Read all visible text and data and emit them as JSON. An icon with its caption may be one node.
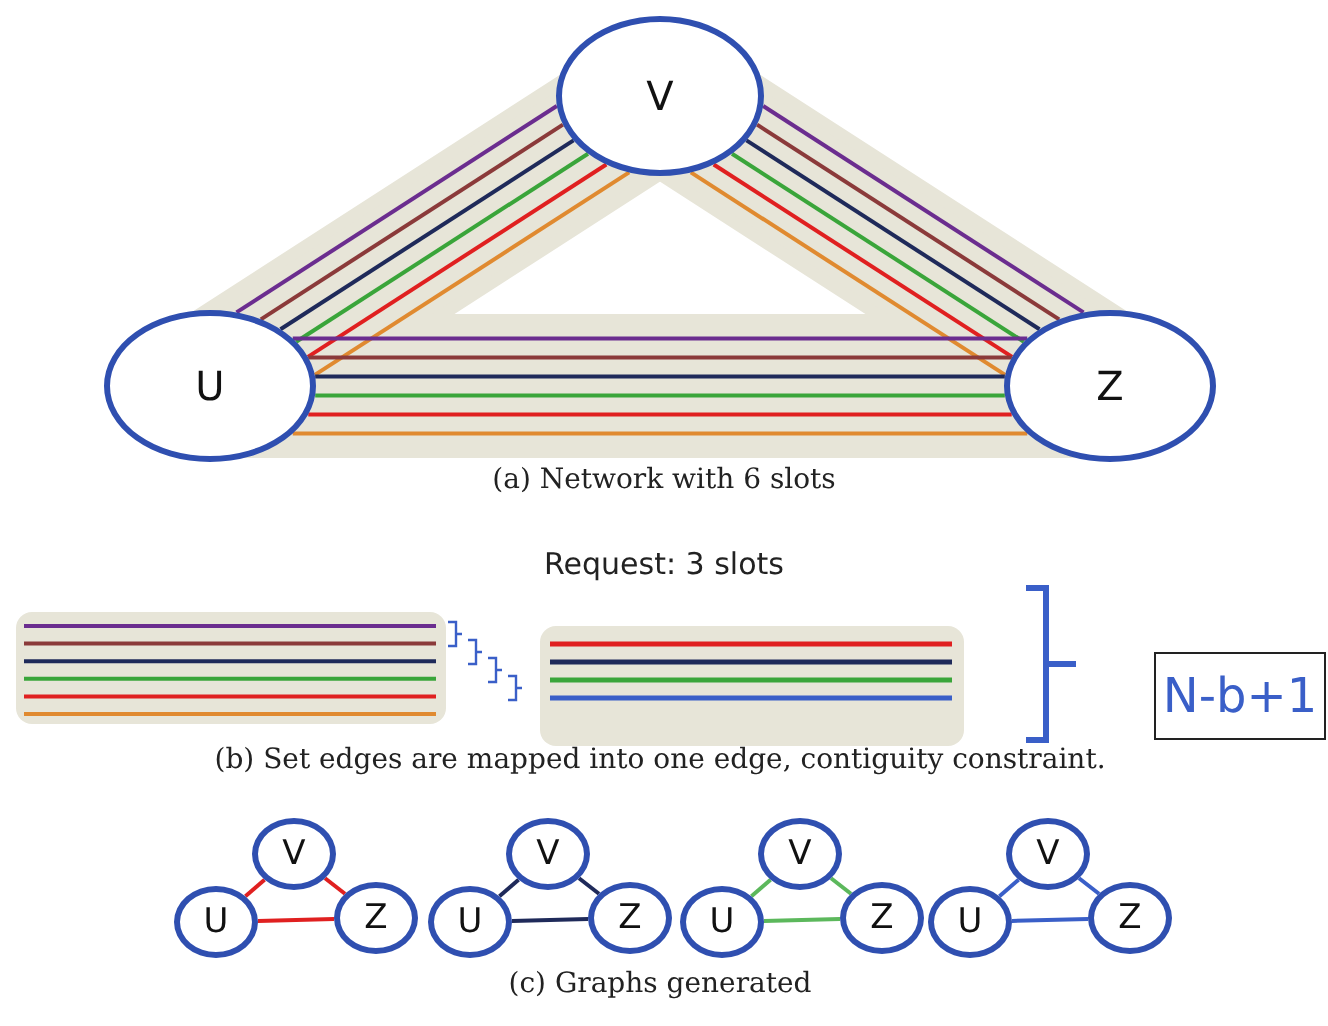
{
  "diagram": {
    "nodes": [
      {
        "text": [
          "V"
        ]
      },
      {
        "text": [
          "U"
        ]
      },
      {
        "text": [
          "Z"
        ]
      },
      {
        "text": [
          "N-b+1"
        ]
      },
      {
        "text": [
          "V"
        ]
      },
      {
        "text": [
          "U"
        ]
      },
      {
        "text": [
          "Z"
        ]
      },
      {
        "text": [
          "V"
        ]
      },
      {
        "text": [
          "U"
        ]
      },
      {
        "text": [
          "Z"
        ]
      },
      {
        "text": [
          "V"
        ]
      },
      {
        "text": [
          "U"
        ]
      },
      {
        "text": [
          "Z"
        ]
      },
      {
        "text": [
          "V"
        ]
      },
      {
        "text": [
          "U"
        ]
      },
      {
        "text": [
          "Z"
        ]
      }
    ],
    "edges": [
      {
        "from": 1,
        "to": 0,
        "arrow": "none",
        "color": "#6b2d8f"
      },
      {
        "from": 1,
        "to": 0,
        "arrow": "none",
        "color": "#8b3a3a"
      },
      {
        "from": 1,
        "to": 0,
        "arrow": "none",
        "color": "#1f2a5a"
      },
      {
        "from": 1,
        "to": 0,
        "arrow": "none",
        "color": "#3aa53a"
      },
      {
        "from": 1,
        "to": 0,
        "arrow": "none",
        "color": "#e02020"
      },
      {
        "from": 1,
        "to": 0,
        "arrow": "none",
        "color": "#e08a30"
      },
      {
        "from": 0,
        "to": 2,
        "arrow": "none",
        "color": "#6b2d8f"
      },
      {
        "from": 0,
        "to": 2,
        "arrow": "none",
        "color": "#8b3a3a"
      },
      {
        "from": 0,
        "to": 2,
        "arrow": "none",
        "color": "#1f2a5a"
      },
      {
        "from": 0,
        "to": 2,
        "arrow": "none",
        "color": "#3aa53a"
      },
      {
        "from": 0,
        "to": 2,
        "arrow": "none",
        "color": "#e02020"
      },
      {
        "from": 0,
        "to": 2,
        "arrow": "none",
        "color": "#e08a30"
      },
      {
        "from": 1,
        "to": 2,
        "arrow": "none",
        "color": "#6b2d8f"
      },
      {
        "from": 1,
        "to": 2,
        "arrow": "none",
        "color": "#8b3a3a"
      },
      {
        "from": 1,
        "to": 2,
        "arrow": "none",
        "color": "#1f2a5a"
      },
      {
        "from": 1,
        "to": 2,
        "arrow": "none",
        "color": "#3aa53a"
      },
      {
        "from": 1,
        "to": 2,
        "arrow": "none",
        "color": "#e02020"
      },
      {
        "from": 1,
        "to": 2,
        "arrow": "none",
        "color": "#e08a30"
      },
      {
        "from": 5,
        "to": 4,
        "arrow": "none",
        "color": "#e02020"
      },
      {
        "from": 4,
        "to": 6,
        "arrow": "none",
        "color": "#e02020"
      },
      {
        "from": 5,
        "to": 6,
        "arrow": "none",
        "color": "#e02020"
      },
      {
        "from": 8,
        "to": 7,
        "arrow": "none",
        "color": "#1f2a5a"
      },
      {
        "from": 7,
        "to": 9,
        "arrow": "none",
        "color": "#1f2a5a"
      },
      {
        "from": 8,
        "to": 9,
        "arrow": "none",
        "color": "#1f2a5a"
      },
      {
        "from": 11,
        "to": 10,
        "arrow": "none",
        "color": "#5cb85c"
      },
      {
        "from": 10,
        "to": 12,
        "arrow": "none",
        "color": "#5cb85c"
      },
      {
        "from": 11,
        "to": 12,
        "arrow": "none",
        "color": "#5cb85c"
      },
      {
        "from": 14,
        "to": 13,
        "arrow": "none",
        "color": "#3a5fc8"
      },
      {
        "from": 13,
        "to": 15,
        "arrow": "none",
        "color": "#3a5fc8"
      },
      {
        "from": 14,
        "to": 15,
        "arrow": "none",
        "color": "#3a5fc8"
      }
    ],
    "labels": [
      "(a) Network with 6 slots",
      "Request: 3 slots",
      "(b) Set edges are mapped into one edge, contiguity constraint.",
      "(c) Graphs generated"
    ]
  }
}
